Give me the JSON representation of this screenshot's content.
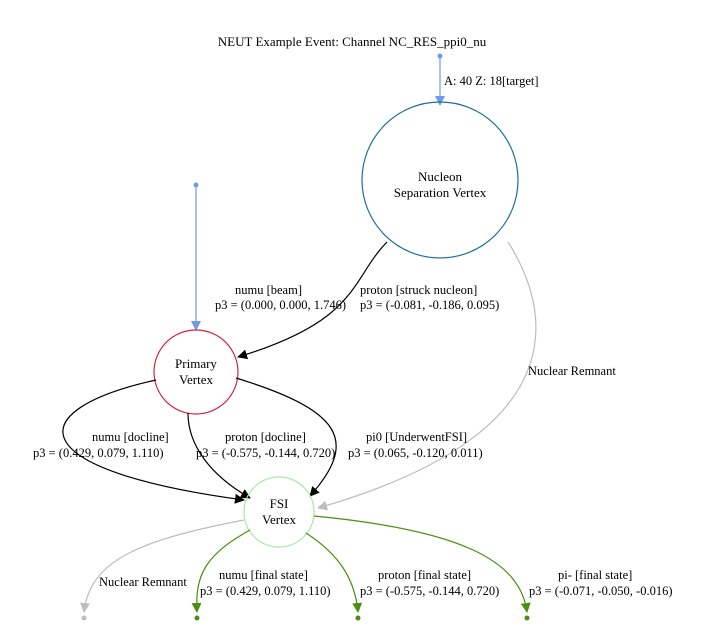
{
  "title": "NEUT Example Event: Channel NC_RES_ppi0_nu",
  "colors": {
    "beam_edge": "#6f9ae6",
    "internal_edge": "#000000",
    "remnant_edge": "#bdbdbd",
    "final_edge": "#4a8f0e",
    "nucleon_node": "#1f6fa0",
    "primary_node": "#d6263f",
    "fsi_node": "#a9e8a9"
  },
  "nodes": {
    "nucleon": {
      "line1": "Nucleon",
      "line2": "Separation Vertex"
    },
    "primary": {
      "line1": "Primary",
      "line2": "Vertex"
    },
    "fsi": {
      "line1": "FSI",
      "line2": "Vertex"
    }
  },
  "edges": {
    "target": {
      "label": "A: 40 Z: 18[target]"
    },
    "beam": {
      "line1": "numu [beam]",
      "line2": "p3 = (0.000, 0.000, 1.746)"
    },
    "struck": {
      "line1": "proton [struck nucleon]",
      "line2": "p3 = (-0.081, -0.186, 0.095)"
    },
    "remnant_top": {
      "label": "Nuclear Remnant"
    },
    "numu_docline": {
      "line1": "numu [docline]",
      "line2": "p3 = (0.429, 0.079, 1.110)"
    },
    "proton_docline": {
      "line1": "proton [docline]",
      "line2": "p3 = (-0.575, -0.144, 0.720)"
    },
    "pi0": {
      "line1": "pi0 [UnderwentFSI]",
      "line2": "p3 = (0.065, -0.120, 0.011)"
    },
    "remnant_bottom": {
      "label": "Nuclear Remnant"
    },
    "numu_final": {
      "line1": "numu [final state]",
      "line2": "p3 = (0.429, 0.079, 1.110)"
    },
    "proton_final": {
      "line1": "proton [final state]",
      "line2": "p3 = (-0.575, -0.144, 0.720)"
    },
    "pim_final": {
      "line1": "pi- [final state]",
      "line2": "p3 = (-0.071, -0.050, -0.016)"
    }
  }
}
